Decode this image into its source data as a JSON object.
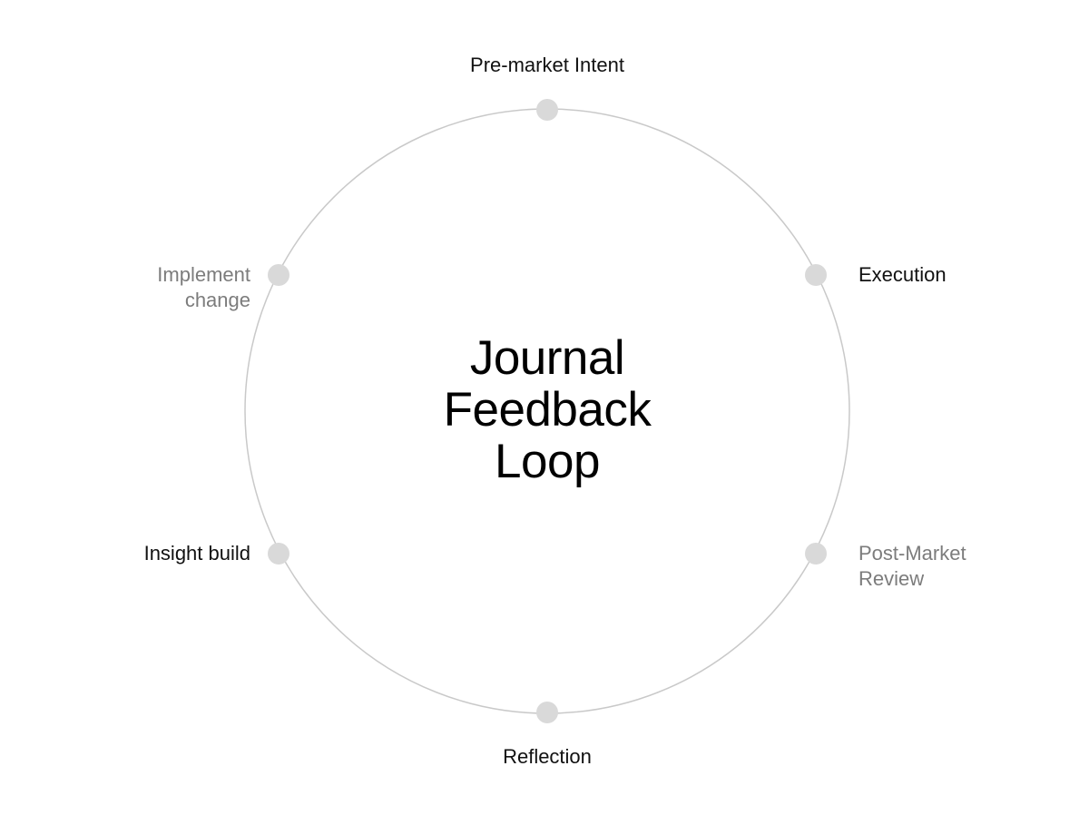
{
  "diagram": {
    "title_lines": [
      "Journal",
      "Feedback",
      "Loop"
    ],
    "steps": [
      {
        "lines": [
          "Pre-market Intent"
        ],
        "emphasis": "strong"
      },
      {
        "lines": [
          "Execution"
        ],
        "emphasis": "strong"
      },
      {
        "lines": [
          "Post-Market",
          "Review"
        ],
        "emphasis": "muted"
      },
      {
        "lines": [
          "Reflection"
        ],
        "emphasis": "strong"
      },
      {
        "lines": [
          "Insight build"
        ],
        "emphasis": "strong"
      },
      {
        "lines": [
          "Implement",
          "change"
        ],
        "emphasis": "muted"
      }
    ],
    "colors": {
      "ring": "#c9c9c9",
      "node": "#d9d9d9",
      "text_strong": "#111111",
      "text_muted": "#7c7c7c",
      "background": "#ffffff"
    }
  }
}
